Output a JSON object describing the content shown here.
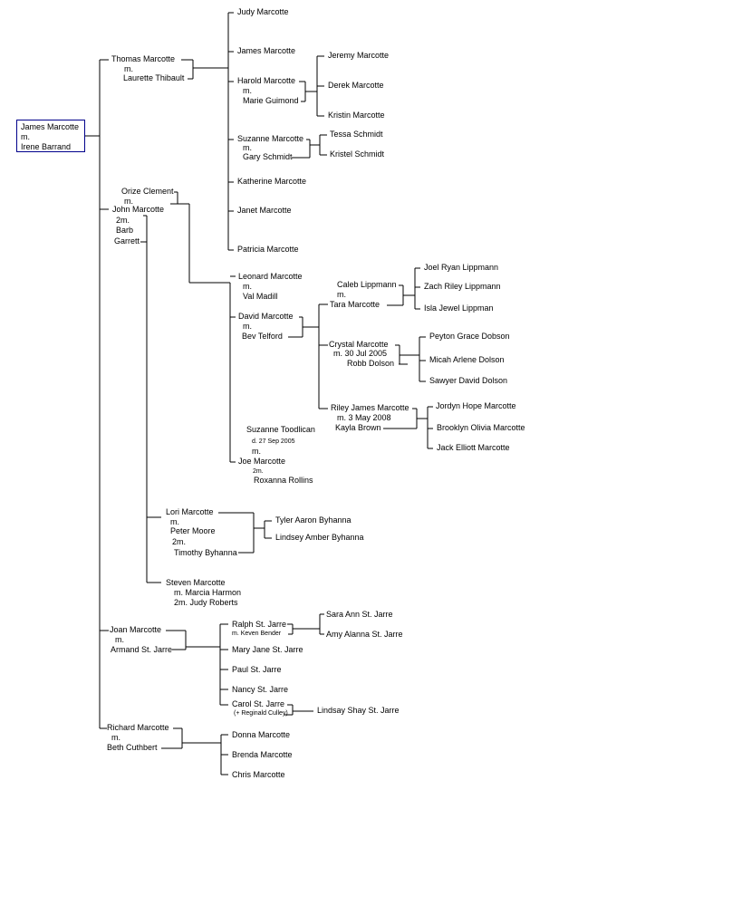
{
  "root": {
    "name": "James  Marcotte",
    "m": "m.",
    "spouse": "Irene Barrand"
  },
  "thomas": {
    "name": "Thomas  Marcotte",
    "m": "m.",
    "spouse": "Laurette Thibault"
  },
  "thomas_children": {
    "judy": "Judy Marcotte",
    "james": "James Marcotte",
    "harold": "Harold Marcotte",
    "harold_m": "m.",
    "harold_sp": "Marie Guimond",
    "suzanne": "Suzanne Marcotte",
    "suzanne_m": "m.",
    "suzanne_sp": "Gary Schmidt",
    "katherine": "Katherine Marcotte",
    "janet": "Janet  Marcotte",
    "patricia": "Patricia Marcotte"
  },
  "harold_children": [
    "Jeremy Marcotte",
    "Derek Marcotte",
    "Kristin Marcotte"
  ],
  "suzanne_children": [
    "Tessa Schmidt",
    "Kristel Schmidt"
  ],
  "john": {
    "spouse1": "Orize Clement",
    "m": "m.",
    "name": "John Marcotte",
    "m2": "2m.",
    "spouse2a": "Barb",
    "spouse2b": "Garrett"
  },
  "leonard": {
    "name": "Leonard Marcotte",
    "m": "m.",
    "spouse": "Val Madill"
  },
  "david": {
    "name": "David Marcotte",
    "m": "m.",
    "spouse": "Bev Telford"
  },
  "tara": {
    "spouse": "Caleb Lippmann",
    "m": "m.",
    "name": "Tara Marcotte"
  },
  "tara_children": [
    "Joel Ryan Lippmann",
    "Zach Riley Lippmann",
    "Isla Jewel Lippman"
  ],
  "crystal": {
    "name": "Crystal Marcotte",
    "m": "m. 30 Jul 2005",
    "spouse": "Robb Dolson"
  },
  "crystal_children": [
    "Peyton Grace Dobson",
    "Micah Arlene Dolson",
    "Sawyer David Dolson"
  ],
  "riley": {
    "name": "Riley James Marcotte",
    "m": "m. 3 May 2008",
    "spouse": "Kayla Brown"
  },
  "riley_children": [
    "Jordyn Hope Marcotte",
    "Brooklyn Olivia Marcotte",
    "Jack Elliott Marcotte"
  ],
  "joe": {
    "spouse1": "Suzanne Toodlican",
    "d": "d. 27 Sep 2005",
    "m": "m.",
    "name": "Joe Marcotte",
    "m2": "2m.",
    "spouse2": "Roxanna Rollins"
  },
  "lori": {
    "name": "Lori Marcotte",
    "m": "m.",
    "spouse1": "Peter Moore",
    "m2": "2m.",
    "spouse2": "Timothy Byhanna"
  },
  "lori_children": [
    "Tyler Aaron Byhanna",
    "Lindsey Amber Byhanna"
  ],
  "steven": {
    "name": "Steven  Marcotte",
    "m": "m. Marcia Harmon",
    "m2": "2m. Judy Roberts"
  },
  "joan": {
    "name": "Joan Marcotte",
    "m": "m.",
    "spouse": "Armand St. Jarre"
  },
  "joan_children": {
    "ralph": "Ralph St. Jarre",
    "ralph_m": "m. Keven Bender",
    "maryjane": "Mary Jane  St. Jarre",
    "paul": "Paul St. Jarre",
    "nancy": "Nancy  St. Jarre",
    "carol": "Carol  St. Jarre",
    "carol_note": "(+ Reginald Culley)"
  },
  "ralph_children": [
    "Sara Ann St. Jarre",
    "Amy Alanna St. Jarre"
  ],
  "carol_children": [
    "Lindsay Shay St. Jarre"
  ],
  "richard": {
    "name": "Richard Marcotte",
    "m": "m.",
    "spouse": "Beth Cuthbert"
  },
  "richard_children": [
    "Donna  Marcotte",
    "Brenda  Marcotte",
    "Chris  Marcotte"
  ]
}
